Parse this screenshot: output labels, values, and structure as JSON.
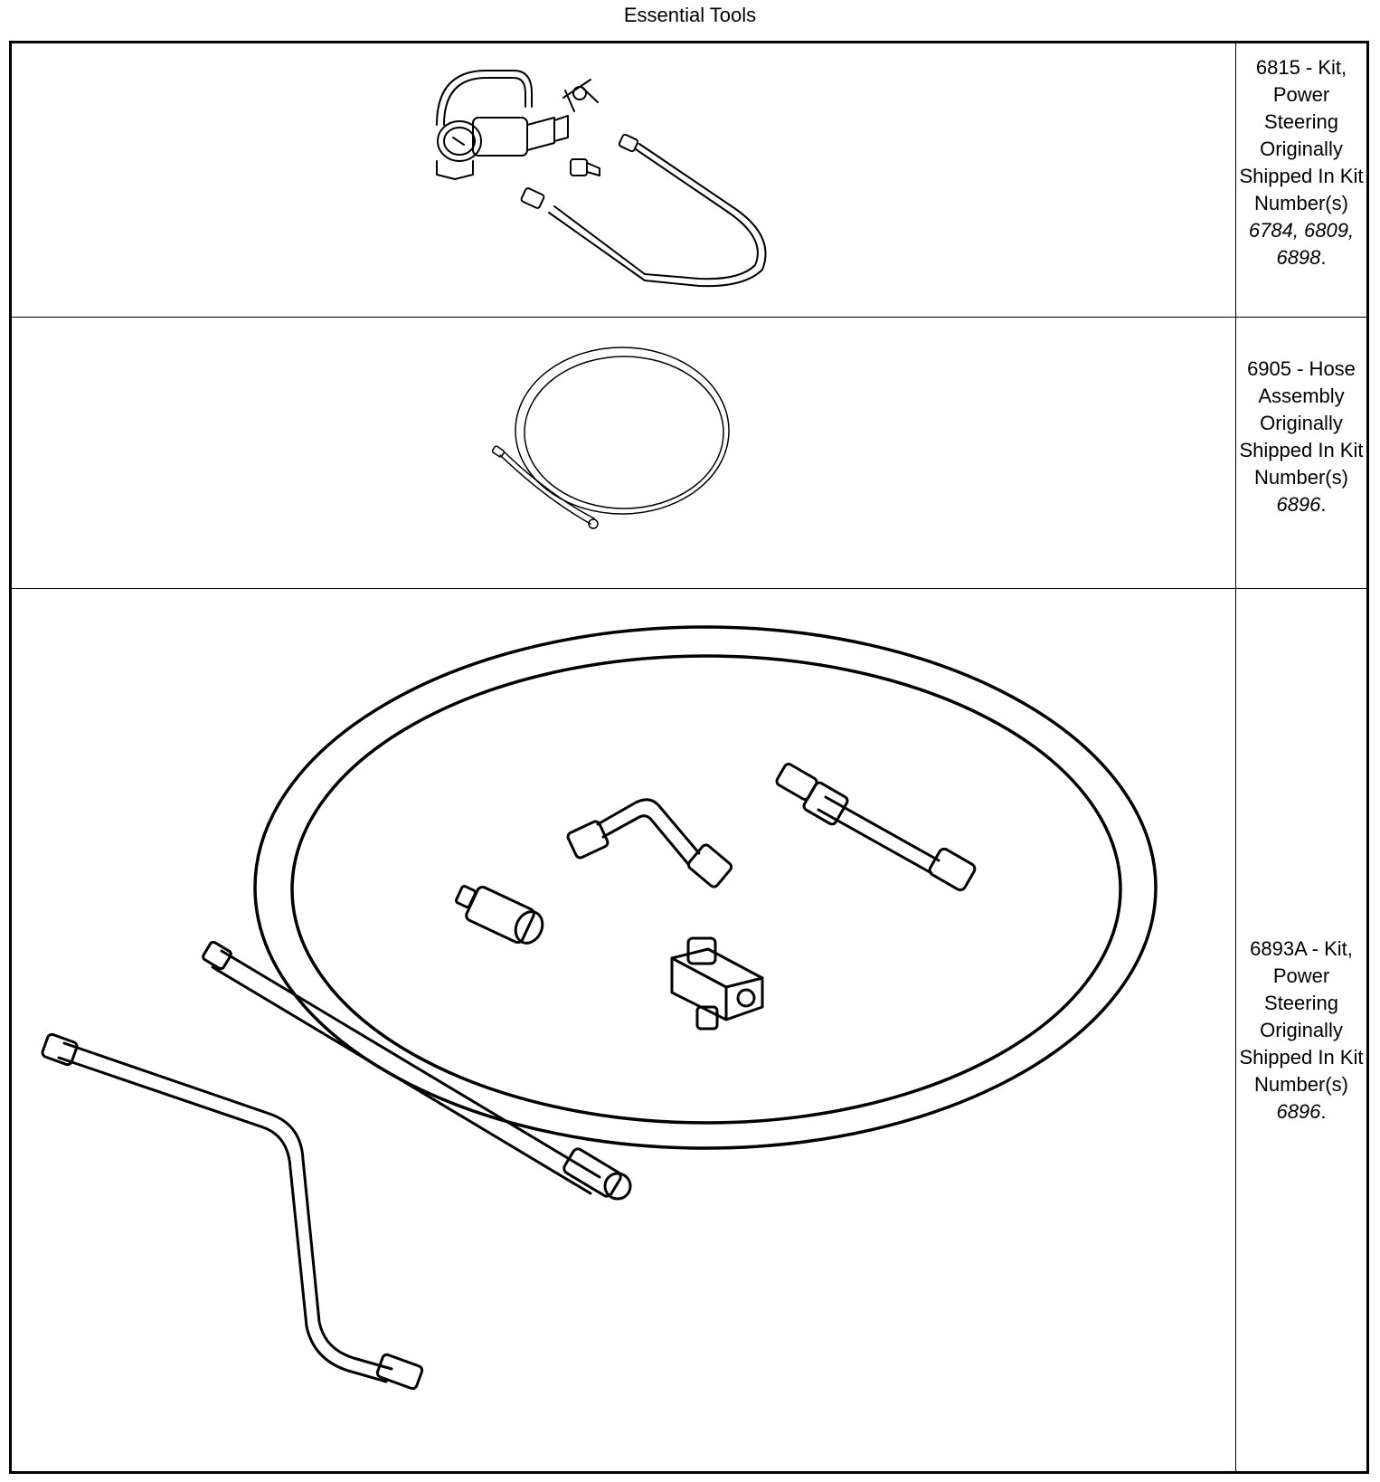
{
  "page": {
    "title": "Essential Tools"
  },
  "tools": [
    {
      "line1": "6815 - Kit, Power Steering Originally Shipped In Kit Number(s)",
      "kits": "6784, 6809, 6898",
      "end": "."
    },
    {
      "line1": "6905 - Hose Assembly Originally Shipped In Kit Number(s)",
      "kits": "6896",
      "end": "."
    },
    {
      "line1": "6893A - Kit, Power Steering Originally Shipped In Kit Number(s)",
      "kits": "6896",
      "end": "."
    }
  ]
}
